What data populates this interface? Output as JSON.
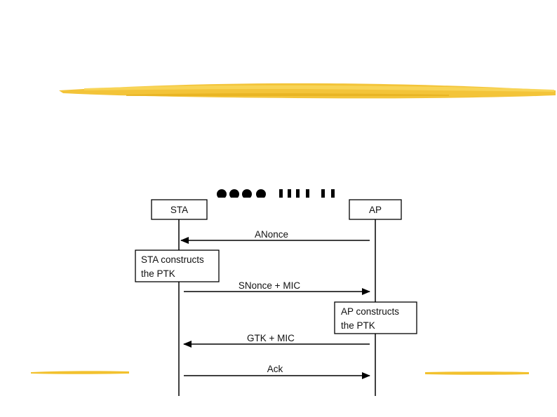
{
  "slide": {
    "accent_color": "#f2c12e"
  },
  "diagram": {
    "participants": {
      "sta": "STA",
      "ap": "AP"
    },
    "messages": {
      "anonce": "ANonce",
      "snonce_mic": "SNonce + MIC",
      "gtk_mic": "GTK + MIC",
      "ack": "Ack"
    },
    "notes": {
      "sta_line1": "STA constructs",
      "sta_line2": "the PTK",
      "ap_line1": "AP constructs",
      "ap_line2": "the PTK"
    },
    "line_color": "#000000"
  }
}
